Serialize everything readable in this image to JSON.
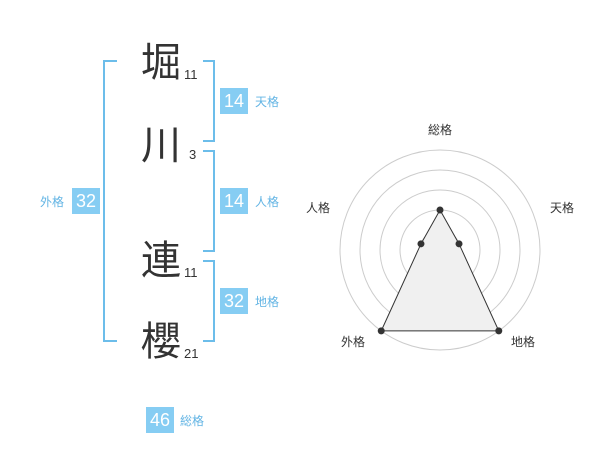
{
  "name": {
    "chars": [
      {
        "char": "堀",
        "strokes": "11"
      },
      {
        "char": "川",
        "strokes": "3"
      },
      {
        "char": "連",
        "strokes": "11"
      },
      {
        "char": "櫻",
        "strokes": "21"
      }
    ]
  },
  "kaku": {
    "tenkaku": {
      "value": "14",
      "label": "天格"
    },
    "jinkaku": {
      "value": "14",
      "label": "人格"
    },
    "chikaku": {
      "value": "32",
      "label": "地格"
    },
    "gaikaku": {
      "value": "32",
      "label": "外格"
    },
    "soukaku": {
      "value": "46",
      "label": "総格"
    }
  },
  "radar": {
    "axes": [
      "総格",
      "天格",
      "地格",
      "外格",
      "人格"
    ],
    "levels": 5,
    "values": [
      2,
      1,
      5,
      5,
      1
    ]
  },
  "colors": {
    "accent": "#86cdf3",
    "label": "#62b4e4",
    "bracket": "#6cbdea"
  }
}
